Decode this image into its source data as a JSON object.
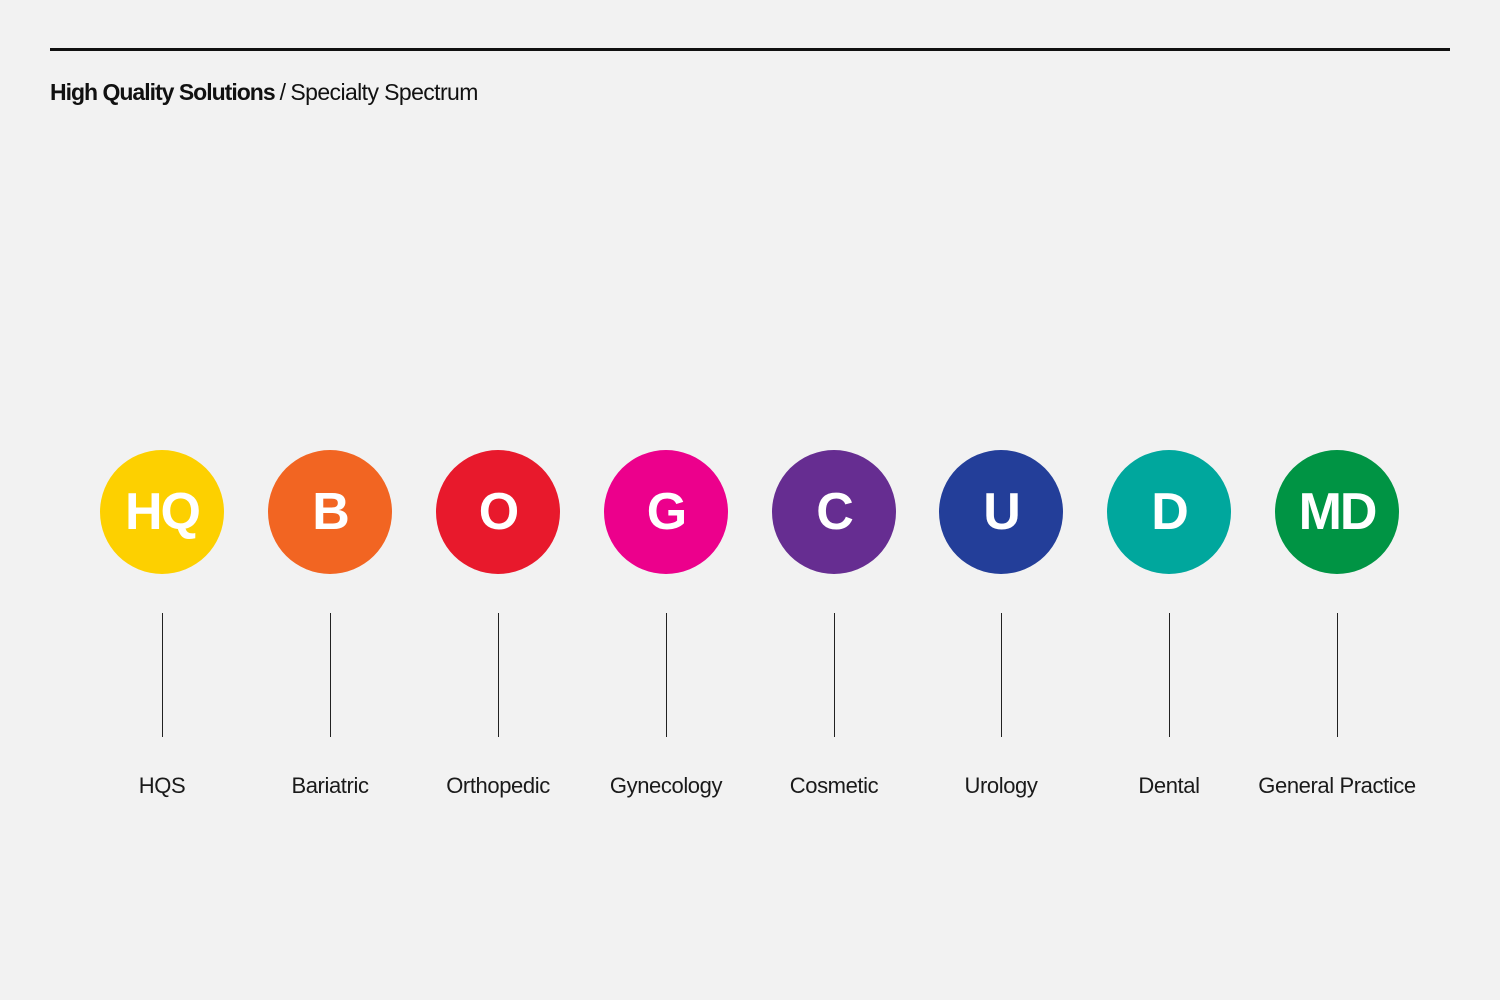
{
  "header": {
    "brand": "High Quality Solutions",
    "separator": "/",
    "subtitle": "Specialty Spectrum"
  },
  "specialties": [
    {
      "abbr": "HQ",
      "label": "HQS",
      "color": "#FDD000"
    },
    {
      "abbr": "B",
      "label": "Bariatric",
      "color": "#F26522"
    },
    {
      "abbr": "O",
      "label": "Orthopedic",
      "color": "#E8192C"
    },
    {
      "abbr": "G",
      "label": "Gynecology",
      "color": "#EC008C"
    },
    {
      "abbr": "C",
      "label": "Cosmetic",
      "color": "#662D91"
    },
    {
      "abbr": "U",
      "label": "Urology",
      "color": "#233E99"
    },
    {
      "abbr": "D",
      "label": "Dental",
      "color": "#00A79D"
    },
    {
      "abbr": "MD",
      "label": "General Practice",
      "color": "#009444"
    }
  ]
}
